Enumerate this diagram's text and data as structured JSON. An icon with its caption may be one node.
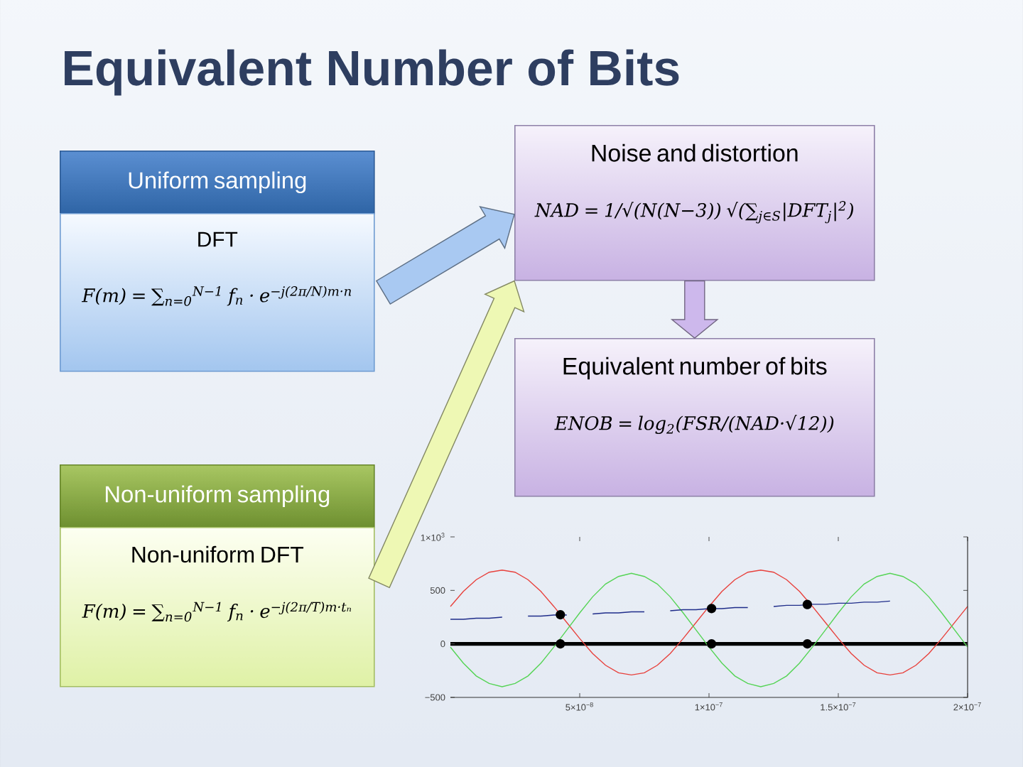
{
  "diagram": {
    "title": "Equivalent Number of Bits",
    "nodes": [
      {
        "text": [
          "Uniform sampling"
        ]
      },
      {
        "text": [
          "DFT",
          "F(m) = ∑$_{n=0}$$^{N−1}$ f$_{n}$ · e$^{−j(2π/N)m·n}$"
        ]
      },
      {
        "text": [
          "Non-uniform sampling"
        ]
      },
      {
        "text": [
          "Non-uniform DFT",
          "F(m) = ∑$_{n=0}$$^{N−1}$ f$_{n}$ · e$^{−j(2π/T)m·tₙ}$"
        ]
      },
      {
        "text": [
          "Noise and distortion",
          "NAD = 1/√(N(N−3)) √(∑$_{j∈S}$|DFT$_{j}$|$^{2}$)"
        ]
      },
      {
        "text": [
          "Equivalent number of bits",
          "ENOB = log$_{2}$(FSR/(NAD·√12))"
        ]
      }
    ],
    "edges": [
      {
        "from": 1,
        "to": 4,
        "arrow": "to",
        "color": "#a9c9f2"
      },
      {
        "from": 3,
        "to": 4,
        "arrow": "to",
        "color": "#eef8b4"
      },
      {
        "from": 4,
        "to": 5,
        "arrow": "to",
        "color": "#cdb8ec"
      }
    ],
    "chart_data": {
      "type": "line",
      "x": [
        0,
        5e-09,
        1e-08,
        1.5e-08,
        2e-08,
        2.5e-08,
        3e-08,
        3.5e-08,
        4e-08,
        4.5e-08,
        5e-08,
        5.5e-08,
        6e-08,
        6.5e-08,
        7e-08,
        7.5e-08,
        8e-08,
        8.5e-08,
        9e-08,
        9.5e-08,
        1e-07,
        1.05e-07,
        1.1e-07,
        1.15e-07,
        1.2e-07,
        1.25e-07,
        1.3e-07,
        1.35e-07,
        1.4e-07,
        1.45e-07,
        1.5e-07,
        1.55e-07,
        1.6e-07,
        1.65e-07,
        1.7e-07,
        1.75e-07,
        1.8e-07,
        1.85e-07,
        1.9e-07,
        1.95e-07,
        2e-07
      ],
      "series": [
        {
          "color": "#e8413c",
          "values": [
            350,
            490,
            600,
            670,
            690,
            670,
            600,
            490,
            350,
            200,
            50,
            -90,
            -200,
            -270,
            -290,
            -270,
            -200,
            -90,
            50,
            200,
            350,
            490,
            600,
            670,
            690,
            670,
            600,
            490,
            350,
            200,
            50,
            -90,
            -200,
            -270,
            -290,
            -270,
            -200,
            -90,
            50,
            200,
            350
          ]
        },
        {
          "color": "#55d455",
          "values": [
            -30,
            -180,
            -300,
            -370,
            -400,
            -370,
            -300,
            -180,
            -30,
            130,
            290,
            440,
            560,
            630,
            660,
            630,
            560,
            440,
            290,
            130,
            -30,
            -180,
            -300,
            -370,
            -400,
            -370,
            -300,
            -180,
            -30,
            130,
            290,
            440,
            560,
            630,
            660,
            630,
            560,
            440,
            290,
            130,
            -30
          ]
        },
        {
          "color": "#1f2d8a",
          "values": [
            230,
            230,
            240,
            240,
            250,
            null,
            260,
            260,
            270,
            270,
            null,
            280,
            290,
            290,
            300,
            300,
            null,
            310,
            320,
            320,
            330,
            330,
            340,
            340,
            null,
            350,
            360,
            360,
            370,
            370,
            380,
            380,
            390,
            390,
            400,
            null,
            null,
            null,
            null,
            null,
            null
          ]
        }
      ],
      "xlim": [
        0,
        2e-07
      ],
      "ylim": [
        -500,
        1000
      ],
      "xticks": [
        {
          "value": 5e-08,
          "label": "5×10$^{−8}$"
        },
        {
          "value": 1e-07,
          "label": "1×10$^{−7}$"
        },
        {
          "value": 1.5e-07,
          "label": "1.5×10$^{−7}$"
        },
        {
          "value": 2e-07,
          "label": "2×10$^{−7}$"
        }
      ],
      "yticks": [
        {
          "value": -500,
          "label": "−500"
        },
        0,
        500,
        {
          "value": 1000,
          "label": "1×10$^{3}$"
        }
      ]
    }
  }
}
